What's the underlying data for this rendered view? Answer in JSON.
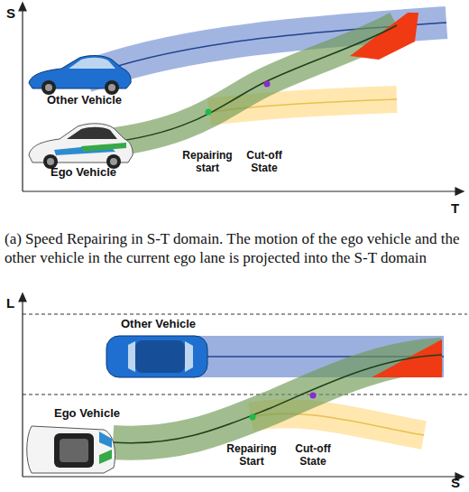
{
  "diagram": {
    "caption": "(a) Speed Repairing in S-T domain. The motion of the ego vehicle and the other vehicle in the current ego lane is projected into the S-T domain",
    "labels": [
      "S",
      "T",
      "Other Vehicle",
      "Ego Vehicle",
      "Repairing start",
      "Cut-off State",
      "L",
      "S",
      "Other Vehicle",
      "Ego Vehicle",
      "Repairing Start",
      "Cut-off State"
    ]
  }
}
